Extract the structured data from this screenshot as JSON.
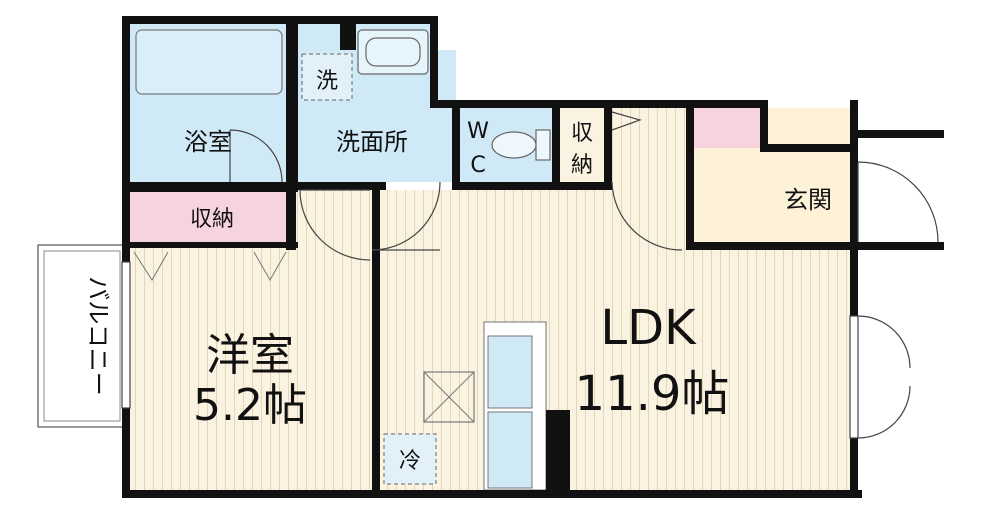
{
  "rooms": {
    "bath": "浴室",
    "washroom": "洗面所",
    "washer": "洗",
    "wc_w": "W",
    "wc_c": "C",
    "storage_a": "収",
    "storage_b": "納",
    "closet": "収納",
    "entrance": "玄関",
    "western_name": "洋室",
    "western_size": "5.2帖",
    "ldk_name": "LDK",
    "ldk_size": "11.9帖",
    "fridge": "冷",
    "balcony": "バルコニー"
  },
  "colors": {
    "wall": "#111111",
    "wet_area": "#cfe9f7",
    "floor": "#fbf3e2",
    "floor_lines": "#e9d9bd",
    "storage": "#f7d3de",
    "entrance": "#fdf2d8"
  }
}
